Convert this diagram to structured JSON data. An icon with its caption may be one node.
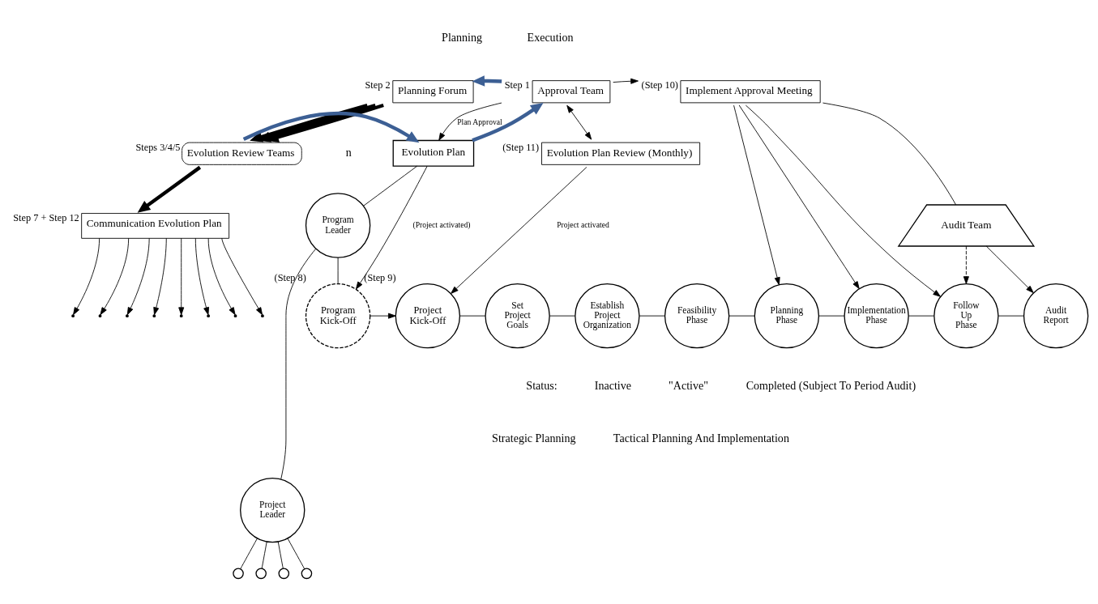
{
  "diagram": {
    "nodes": [
      {
        "text": [
          "Planning Forum"
        ],
        "beside": [
          "Step 2"
        ]
      },
      {
        "text": [
          "Evolution Review Teams"
        ],
        "beside": [
          "Steps 3/4/5"
        ]
      },
      {
        "text": [
          "Communication Evolution Plan"
        ],
        "beside": [
          "Step 7 + Step 12"
        ]
      },
      {
        "text": [
          "Approval Team"
        ],
        "beside": [
          "Step 1"
        ]
      },
      {
        "text": [
          "Evolution Plan"
        ]
      },
      {
        "text": [
          "Implement Approval Meeting"
        ],
        "beside": [
          "(Step 10)"
        ]
      },
      {
        "text": [
          "Evolution Plan Review (Monthly)"
        ],
        "beside": [
          "(Step 11)"
        ]
      },
      {
        "text": [
          "Audit Team"
        ]
      },
      {
        "text": [
          "Program Leader"
        ]
      },
      {
        "text": [
          "Project Leader"
        ]
      },
      {
        "text": [],
        "shape": "circle"
      },
      {
        "text": [],
        "shape": "circle"
      },
      {
        "text": [],
        "shape": "circle"
      },
      {
        "text": [],
        "shape": "circle"
      },
      {
        "text": [
          "Program Kick-Off"
        ],
        "beside": [
          "(Step 8)"
        ]
      },
      {
        "text": [
          "Project Kick-Off"
        ],
        "beside": [
          "(Step 9)"
        ]
      },
      {
        "text": [
          "Set Project Goals"
        ]
      },
      {
        "text": [
          "Establish Project Organization"
        ]
      },
      {
        "text": [
          "Feasibility Phase"
        ]
      },
      {
        "text": [
          "Planning Phase"
        ]
      },
      {
        "text": [
          "Implementation Phase"
        ]
      },
      {
        "text": [
          "Follow Up Phase"
        ]
      },
      {
        "text": [
          "Audit Report"
        ]
      }
    ],
    "edges": [
      {
        "from": 3,
        "to": 0,
        "arrow": "to",
        "style": "thick",
        "color": "#3c5f94"
      },
      {
        "from": 0,
        "to": 1,
        "arrow": "to",
        "style": "thick"
      },
      {
        "from": 0,
        "to": 1,
        "arrow": "to",
        "style": "thick"
      },
      {
        "from": 0,
        "to": 1,
        "arrow": "to",
        "style": "thick"
      },
      {
        "from": 1,
        "to": 4,
        "arrow": "to",
        "style": "thick",
        "color": "#3c5f94"
      },
      {
        "from": 4,
        "to": 3,
        "arrow": "to",
        "style": "thick",
        "color": "#3c5f94"
      },
      {
        "from": 3,
        "to": 4,
        "arrow": "to",
        "label": "Plan Approval"
      },
      {
        "from": 1,
        "to": 2,
        "arrow": "to",
        "style": "thick"
      },
      {
        "from": 2,
        "to": null,
        "arrow": "to"
      },
      {
        "from": 2,
        "to": null,
        "arrow": "to"
      },
      {
        "from": 2,
        "to": null,
        "arrow": "to"
      },
      {
        "from": 2,
        "to": null,
        "arrow": "to"
      },
      {
        "from": 2,
        "to": null,
        "arrow": "to"
      },
      {
        "from": 2,
        "to": null,
        "arrow": "to"
      },
      {
        "from": 2,
        "to": null,
        "arrow": "to"
      },
      {
        "from": 2,
        "to": null,
        "arrow": "to"
      },
      {
        "from": 3,
        "to": 5,
        "arrow": "to"
      },
      {
        "from": 3,
        "to": 6,
        "arrow": "both"
      },
      {
        "from": 5,
        "to": 7,
        "arrow": "none"
      },
      {
        "from": 5,
        "to": 19,
        "arrow": "to"
      },
      {
        "from": 5,
        "to": 20,
        "arrow": "to"
      },
      {
        "from": 5,
        "to": 21,
        "arrow": "to"
      },
      {
        "from": 7,
        "to": 21,
        "arrow": "to",
        "style": "dashed"
      },
      {
        "from": 7,
        "to": 22,
        "arrow": "to"
      },
      {
        "from": 4,
        "to": 8,
        "arrow": "none"
      },
      {
        "from": 4,
        "to": 14,
        "arrow": "to",
        "label": "(Project activated)"
      },
      {
        "from": 6,
        "to": 15,
        "arrow": "to",
        "label": "Project activated"
      },
      {
        "from": 8,
        "to": 9,
        "arrow": "none"
      },
      {
        "from": 8,
        "to": 14,
        "arrow": "none"
      },
      {
        "from": 9,
        "to": 10,
        "arrow": "none"
      },
      {
        "from": 9,
        "to": 11,
        "arrow": "none"
      },
      {
        "from": 9,
        "to": 12,
        "arrow": "none"
      },
      {
        "from": 9,
        "to": 13,
        "arrow": "none"
      },
      {
        "from": 14,
        "to": 15,
        "arrow": "to"
      },
      {
        "from": 15,
        "to": 16,
        "arrow": "none"
      },
      {
        "from": 16,
        "to": 17,
        "arrow": "none"
      },
      {
        "from": 17,
        "to": 18,
        "arrow": "none"
      },
      {
        "from": 18,
        "to": 19,
        "arrow": "none"
      },
      {
        "from": 19,
        "to": 20,
        "arrow": "none"
      },
      {
        "from": 20,
        "to": 21,
        "arrow": "none"
      },
      {
        "from": 21,
        "to": 22,
        "arrow": "none"
      }
    ],
    "labels": [
      "Planning",
      "Execution",
      "n",
      "Status:",
      "Inactive",
      "\"Active\"",
      "Completed (Subject To Period Audit)",
      "Strategic Planning",
      "Tactical Planning And Implementation"
    ]
  }
}
